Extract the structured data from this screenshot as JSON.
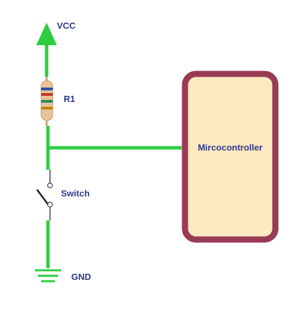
{
  "labels": {
    "vcc": "VCC",
    "resistor": "R1",
    "switch": "Switch",
    "ground": "GND",
    "microcontroller": "Mircocontroller"
  },
  "colors": {
    "wire": "#2ecc40",
    "label_text": "#2f3a8f",
    "mcu_fill": "#fde9c0",
    "mcu_border": "#9a3b55",
    "resistor_body": "#e8c39a",
    "switch_lever": "#222222"
  }
}
